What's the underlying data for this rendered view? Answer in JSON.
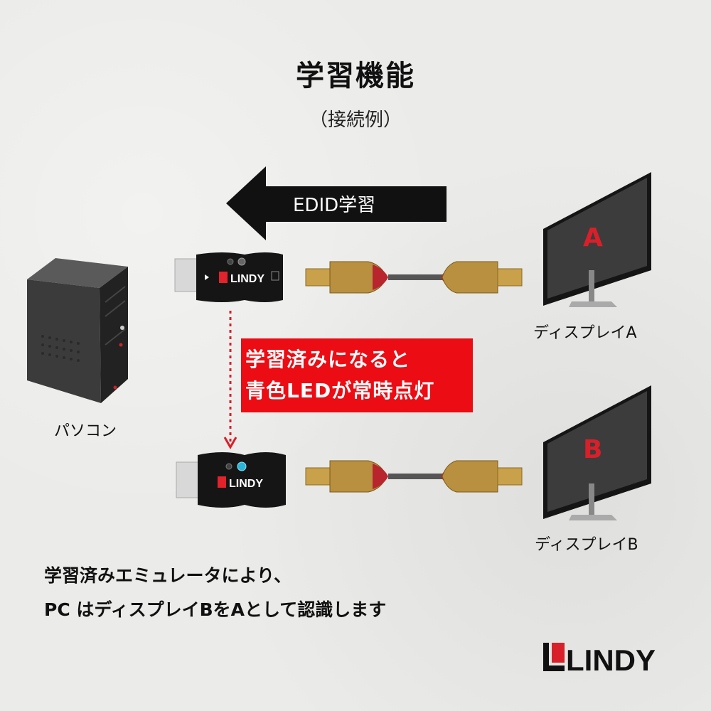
{
  "title": "学習機能",
  "subtitle": "（接続例）",
  "edid_arrow_label": "EDID学習",
  "callout": {
    "line1": "学習済みになると",
    "line2": "青色LEDが常時点灯"
  },
  "devices": {
    "pc_label": "パソコン",
    "display_a_label": "ディスプレイA",
    "display_b_label": "ディスプレイB",
    "display_a_letter": "A",
    "display_b_letter": "B",
    "emulator_logo": "LINDY"
  },
  "bottom_text": {
    "line1": "学習済みエミュレータにより、",
    "line2": "PC はディスプレイBをAとして認識します"
  },
  "brand_logo": "LINDY",
  "colors": {
    "accent_red": "#ec0c14",
    "arrow_black": "#111111",
    "led_blue": "#2bb4d8",
    "cable_gold": "#c9a14a"
  }
}
